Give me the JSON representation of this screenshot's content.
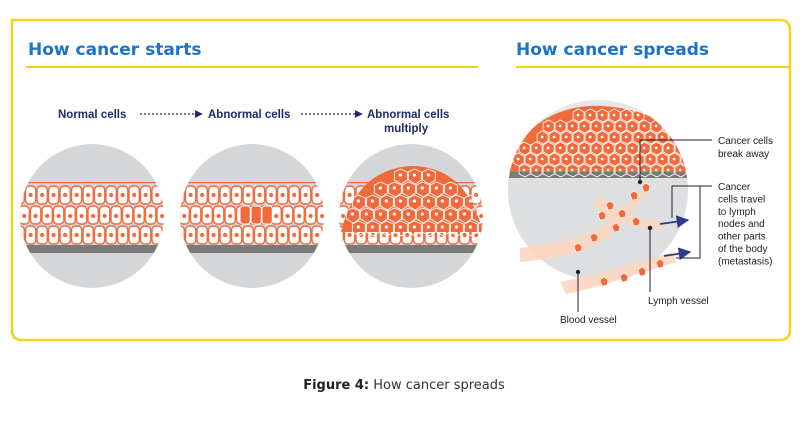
{
  "left_panel": {
    "title": "How cancer starts",
    "stages": [
      {
        "label": "Normal cells"
      },
      {
        "label": "Abnormal cells"
      },
      {
        "label_line1": "Abnormal cells",
        "label_line2": "multiply"
      }
    ]
  },
  "right_panel": {
    "title": "How cancer spreads",
    "labels": {
      "break_away_line1": "Cancer cells",
      "break_away_line2": "break away",
      "travel_lines": [
        "Cancer",
        "cells travel",
        "to lymph",
        "nodes and",
        "other parts",
        "of the body",
        "(metastasis)"
      ],
      "lymph_vessel": "Lymph vessel",
      "blood_vessel": "Blood vessel"
    }
  },
  "caption": {
    "prefix": "Figure 4:",
    "text": " How cancer spreads"
  },
  "colors": {
    "frame": "#f2d31a",
    "title_blue": "#1a73c9",
    "stage_navy": "#1f2a6b",
    "cell_orange": "#f26a3c",
    "circle_gray": "#d5d6d8",
    "membrane_gray": "#7a7a7a",
    "vessel_peach": "#fbd6c2",
    "arrow_navy": "#2b3a8c"
  }
}
